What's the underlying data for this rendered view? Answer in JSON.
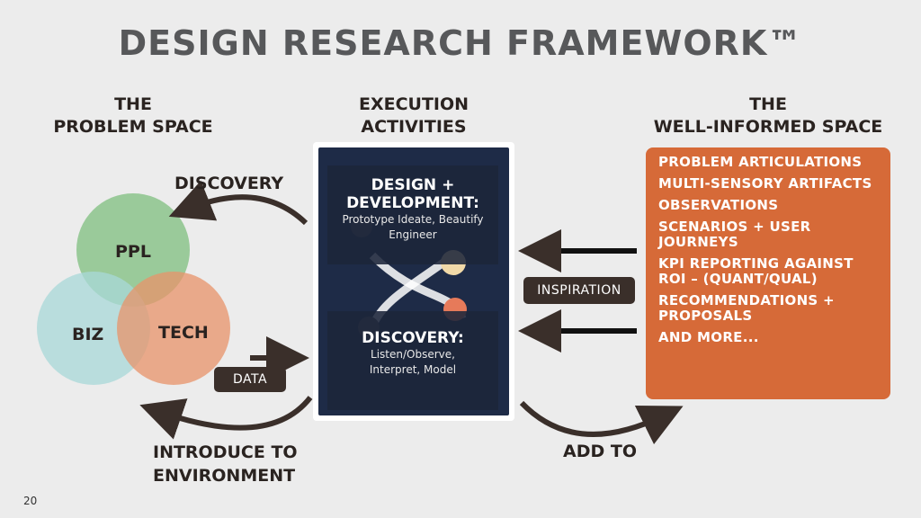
{
  "title": "DESIGN RESEARCH FRAMEWORK™",
  "headings": {
    "problem_space": [
      "THE",
      "PROBLEM SPACE"
    ],
    "execution": [
      "EXECUTION",
      "ACTIVITIES"
    ],
    "well_informed": [
      "THE",
      "WELL-INFORMED SPACE"
    ]
  },
  "venn": {
    "ppl": "PPL",
    "biz": "BIZ",
    "tech": "TECH",
    "colors": {
      "ppl": "#7fbf7f",
      "biz": "#a8d8d8",
      "tech": "#e8936a"
    }
  },
  "labels": {
    "discovery": "DISCOVERY",
    "introduce": [
      "INTRODUCE TO",
      "ENVIRONMENT"
    ],
    "add_to": "ADD TO"
  },
  "tags": {
    "data": "DATA",
    "inspiration": "INSPIRATION"
  },
  "center": {
    "design": {
      "title": [
        "DESIGN +",
        "DEVELOPMENT:"
      ],
      "sub": [
        "Prototype  Ideate, Beautify",
        "Engineer"
      ]
    },
    "discovery": {
      "title": "DISCOVERY:",
      "sub": [
        "Listen/Observe,",
        "Interpret,  Model"
      ]
    }
  },
  "well_informed_items": [
    "PROBLEM ARTICULATIONS",
    "MULTI-SENSORY ARTIFACTS",
    "OBSERVATIONS",
    "SCENARIOS + USER JOURNEYS",
    "KPI REPORTING AGAINST ROI – (QUANT/QUAL)",
    "RECOMMENDATIONS + PROPOSALS",
    "AND MORE..."
  ],
  "page_number": "20",
  "colors": {
    "dark": "#3a2f2a",
    "orange": "#d66a38",
    "navy": "#1e2b47"
  }
}
